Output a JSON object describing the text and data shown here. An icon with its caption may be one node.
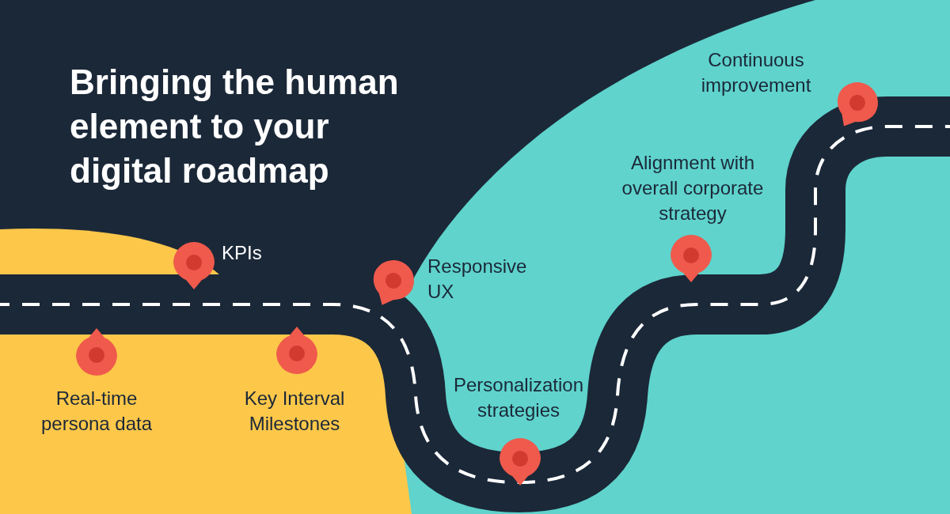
{
  "diagram": {
    "title": "Bringing the human element to your digital roadmap",
    "labels": [
      "Continuous improvement",
      "Alignment with overall corporate strategy",
      "KPIs",
      "Responsive UX",
      "Real-time persona data",
      "Key Interval Milestones",
      "Personalization strategies"
    ]
  }
}
